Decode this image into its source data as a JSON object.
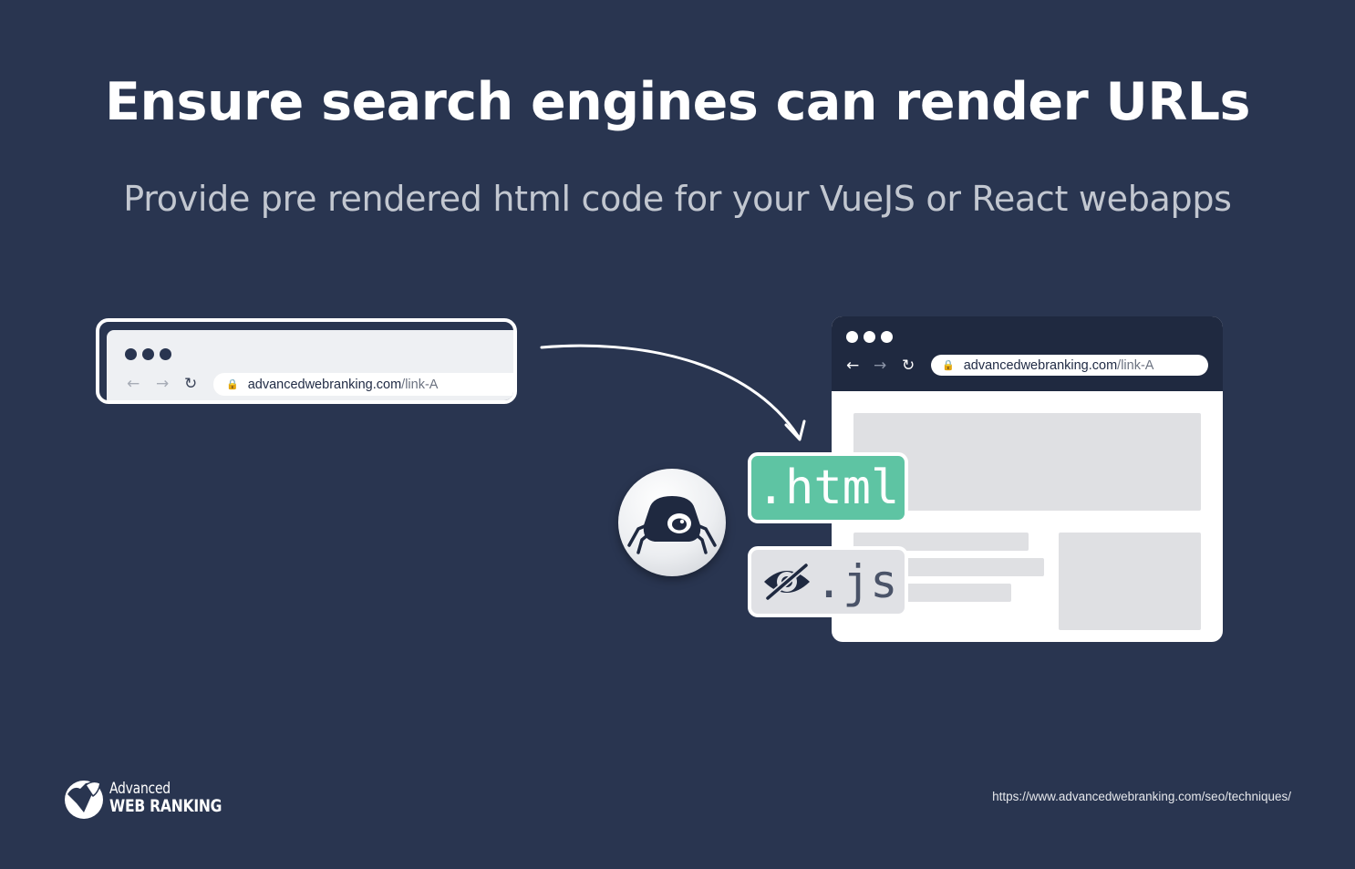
{
  "headline": "Ensure search engines can render URLs",
  "subheadline": "Provide pre rendered html code for your VueJS or React webapps",
  "left_browser": {
    "icons": [
      "three-dots-icon",
      "back-arrow-icon",
      "forward-arrow-icon",
      "reload-icon",
      "lock-icon"
    ],
    "url_domain": "advancedwebranking.com",
    "url_path": "/link-A"
  },
  "right_browser": {
    "icons": [
      "three-dots-icon",
      "back-arrow-icon",
      "forward-arrow-icon",
      "reload-icon",
      "lock-icon"
    ],
    "url_domain": "advancedwebranking.com",
    "url_path": "/link-A"
  },
  "badges": {
    "html": ".html",
    "js": ".js"
  },
  "icons": {
    "crawler": "spider-bot-icon",
    "hidden": "eye-slash-icon",
    "arrow": "curved-arrow-icon"
  },
  "colors": {
    "background": "#293550",
    "html_badge": "#5ec4a3",
    "js_badge": "#e0e1e5",
    "browser_dark": "#1f2940"
  },
  "footer": {
    "logo_line1": "Advanced",
    "logo_line2": "WEB RANKING",
    "url": "https://www.advancedwebranking.com/seo/techniques/"
  }
}
